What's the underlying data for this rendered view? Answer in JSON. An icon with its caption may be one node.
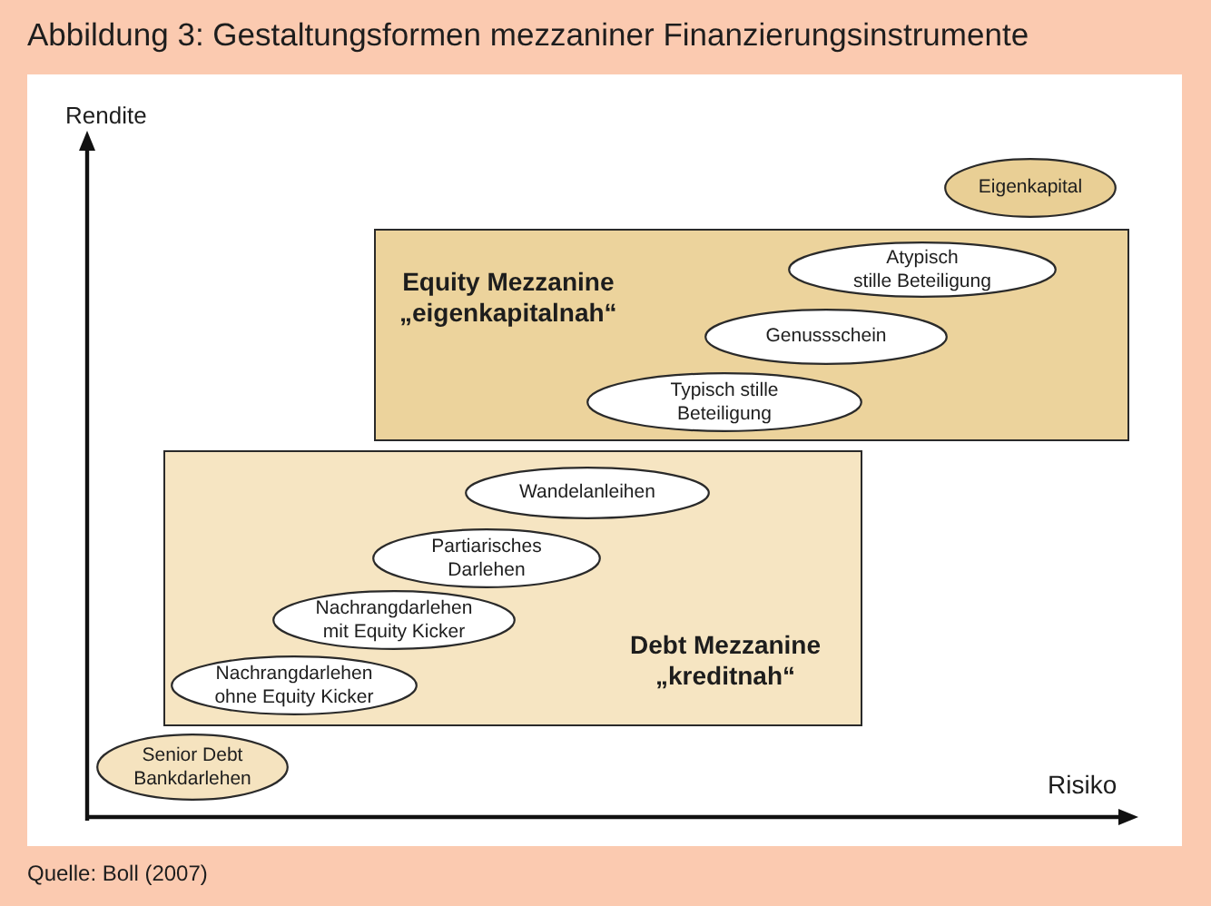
{
  "diagram": {
    "title": "Abbildung 3: Gestaltungsformen mezzaniner Finanzierungsinstrumente",
    "caption": "Quelle: Boll (2007)",
    "nodes": [
      {
        "text": [
          "Eigenkapital"
        ]
      },
      {
        "text": [
          "Equity Mezzanine „eigenkapitalnah“"
        ]
      },
      {
        "text": [
          "Atypisch stille Beteiligung"
        ],
        "in": 1
      },
      {
        "text": [
          "Genussschein"
        ],
        "in": 1
      },
      {
        "text": [
          "Typisch stille Beteiligung"
        ],
        "in": 1
      },
      {
        "text": [
          "Debt Mezzanine „kreditnah“"
        ]
      },
      {
        "text": [
          "Wandelanleihen"
        ],
        "in": 5
      },
      {
        "text": [
          "Partiarisches Darlehen"
        ],
        "in": 5
      },
      {
        "text": [
          "Nachrangdarlehen mit Equity Kicker"
        ],
        "in": 5
      },
      {
        "text": [
          "Nachrangdarlehen ohne Equity Kicker"
        ],
        "in": 5
      },
      {
        "text": [
          "Senior Debt Bankdarlehen"
        ]
      }
    ],
    "labels": [
      "Rendite",
      "Risiko"
    ]
  }
}
